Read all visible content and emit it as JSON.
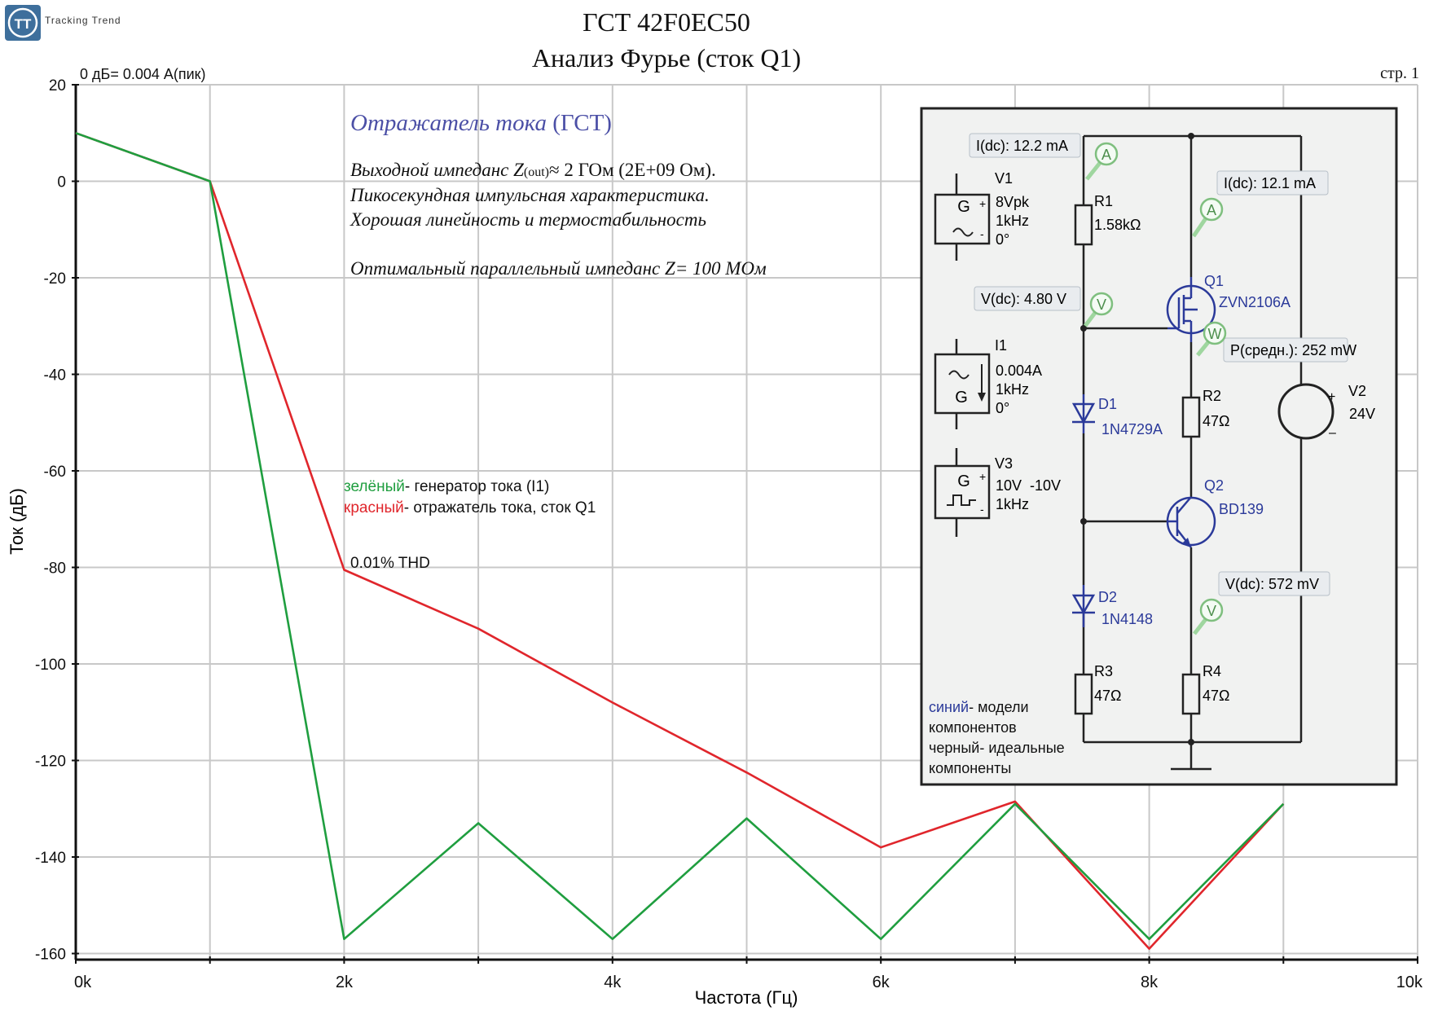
{
  "brand": {
    "logo_text": "TT",
    "name": "Tracking Trend"
  },
  "title": {
    "line1": "ГСТ 42F0EC50",
    "line2": "Анализ Фурье (сток Q1)"
  },
  "page_label": "стр. 1",
  "zero_db_label": "0 дБ= 0.004 А(пик)",
  "notes": {
    "heading_italic": "Отражатель тока",
    "heading_rest": " (ГСТ)",
    "line1_a": "Выходной импеданс Z",
    "line1_sub": "(out)",
    "line1_b": "≈ 2 ГОм (2E+09 Ом).",
    "line2": "Пикосекундная импульсная характеристика.",
    "line3": "Хорошая линейность и термостабильность",
    "line4": "Оптимальный параллельный импеданс Z= 100 МОм"
  },
  "legend": {
    "green_word": "зелёный",
    "green_rest": "- генератор тока (I1)",
    "red_word": "красный",
    "red_rest": "- отражатель тока, сток Q1",
    "thd": "0.01% THD"
  },
  "colors": {
    "green": "#1f9e3f",
    "red": "#e0262c",
    "blue": "#2b3a9a",
    "heading": "#4b4fa6",
    "grid": "#c8c8c8",
    "schematic_bg": "#f1f2f1"
  },
  "chart_data": {
    "type": "line",
    "xlabel": "Частота (Гц)",
    "ylabel": "Ток (дБ)",
    "xlim": [
      0,
      10000
    ],
    "ylim": [
      -162,
      20
    ],
    "x_ticks": [
      0,
      2000,
      4000,
      6000,
      8000,
      10000
    ],
    "x_tick_labels": [
      "0k",
      "2k",
      "4k",
      "6k",
      "8k",
      "10k"
    ],
    "y_ticks": [
      20,
      0,
      -20,
      -40,
      -60,
      -80,
      -100,
      -120,
      -140,
      -160
    ],
    "y_tick_labels": [
      "20",
      "0",
      "-20",
      "-40",
      "-60",
      "-80",
      "-100",
      "-120",
      "-140",
      "-160"
    ],
    "grid": true,
    "x": [
      0,
      1000,
      2000,
      3000,
      4000,
      5000,
      6000,
      7000,
      8000,
      9000
    ],
    "series": [
      {
        "color": "green",
        "values": [
          10,
          0,
          -157,
          -133,
          -157,
          -132,
          -157,
          -129,
          -157,
          -129
        ]
      },
      {
        "color": "red",
        "values": [
          10,
          0,
          -80.5,
          -92.7,
          -108,
          -122.5,
          -138,
          -128.5,
          -159,
          -129
        ]
      }
    ]
  },
  "schematic": {
    "probe_labels": {
      "r1_current": "I(dc): 12.2 mA",
      "q1_current": "I(dc): 12.1 mA",
      "gate_voltage": "V(dc): 4.80 V",
      "power": "P(средн.): 252 mW",
      "emitter_voltage": "V(dc): 572 mV"
    },
    "probe_letters": {
      "ammeter": "A",
      "voltmeter": "V",
      "wattmeter": "W"
    },
    "sources": {
      "v1": {
        "name": "V1",
        "l1": "8Vpk",
        "l2": "1kHz",
        "l3": "0°"
      },
      "i1": {
        "name": "I1",
        "l1": "0.004A",
        "l2": "1kHz",
        "l3": "0°"
      },
      "v3": {
        "name": "V3",
        "l1": "10V  -10V",
        "l2": "1kHz"
      },
      "v2": {
        "name": "V2",
        "l1": "24V"
      },
      "g": "G"
    },
    "components": {
      "r1": {
        "name": "R1",
        "value": "1.58kΩ"
      },
      "r2": {
        "name": "R2",
        "value": "47Ω"
      },
      "r3": {
        "name": "R3",
        "value": "47Ω"
      },
      "r4": {
        "name": "R4",
        "value": "47Ω"
      },
      "d1": {
        "name": "D1",
        "model": "1N4729A"
      },
      "d2": {
        "name": "D2",
        "model": "1N4148"
      },
      "q1": {
        "name": "Q1",
        "model": "ZVN2106A"
      },
      "q2": {
        "name": "Q2",
        "model": "BD139"
      }
    },
    "legend": {
      "blue_word": "синий",
      "blue_rest": "- модели",
      "blue_line2": "компонентов",
      "black_line1": "черный- идеальные",
      "black_line2": "компоненты"
    }
  }
}
